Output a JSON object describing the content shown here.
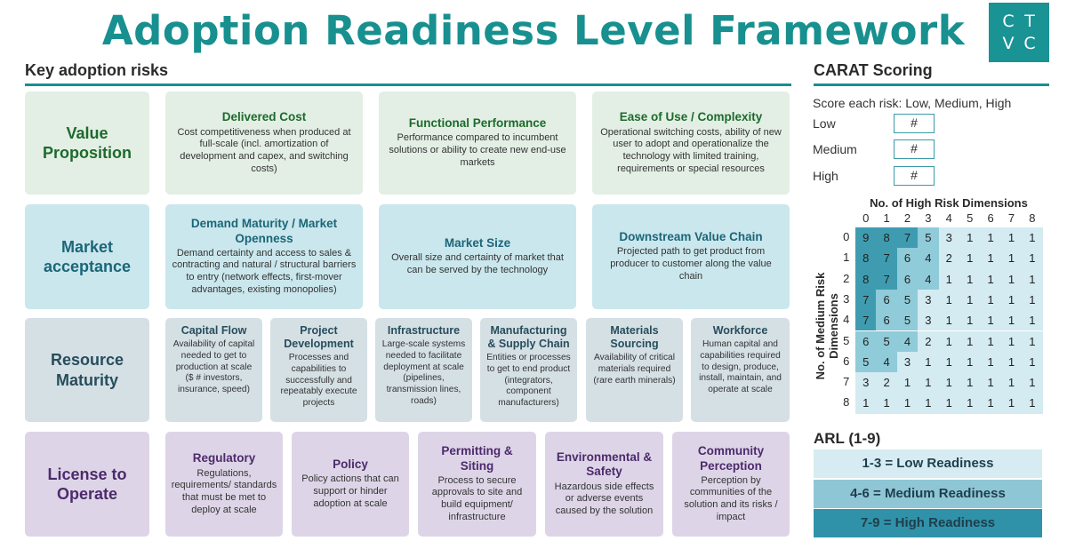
{
  "title": "Adoption Readiness Level Framework",
  "logo": [
    "C",
    "T",
    "V",
    "C"
  ],
  "left_heading": "Key adoption risks",
  "right_heading": "CARAT Scoring",
  "rows": [
    {
      "label": "Value Proposition",
      "cards": [
        {
          "title": "Delivered Cost",
          "desc": "Cost competitiveness when produced at full-scale (incl. amortization of development and capex, and switching costs)"
        },
        {
          "title": "Functional Performance",
          "desc": "Performance compared to incumbent solutions or ability to create new end-use markets"
        },
        {
          "title": "Ease of Use / Complexity",
          "desc": "Operational switching costs, ability of new user to adopt and operationalize the technology with limited training, requirements or special resources"
        }
      ]
    },
    {
      "label": "Market acceptance",
      "cards": [
        {
          "title": "Demand Maturity / Market Openness",
          "desc": "Demand certainty and access to sales & contracting and natural / structural barriers to entry (network effects, first-mover advantages, existing monopolies)"
        },
        {
          "title": "Market Size",
          "desc": "Overall size and certainty of market that can be served by the technology"
        },
        {
          "title": "Downstream Value Chain",
          "desc": "Projected path to get product from producer to customer along the value chain"
        }
      ]
    },
    {
      "label": "Resource Maturity",
      "cards": [
        {
          "title": "Capital Flow",
          "desc": "Availability of capital needed to get to production at scale ($ # investors, insurance, speed)"
        },
        {
          "title": "Project Development",
          "desc": "Processes and capabilities to successfully and repeatably execute projects"
        },
        {
          "title": "Infrastructure",
          "desc": "Large-scale systems needed to facilitate deployment at scale (pipelines, transmission lines, roads)"
        },
        {
          "title": "Manufacturing & Supply Chain",
          "desc": "Entities or processes to get to end product (integrators, component manufacturers)"
        },
        {
          "title": "Materials Sourcing",
          "desc": "Availability of critical materials required (rare earth minerals)"
        },
        {
          "title": "Workforce",
          "desc": "Human capital and capabilities required to design, produce, install, maintain, and operate at scale"
        }
      ]
    },
    {
      "label": "License to Operate",
      "cards": [
        {
          "title": "Regulatory",
          "desc": "Regulations, requirements/ standards that must be met to deploy at scale"
        },
        {
          "title": "Policy",
          "desc": "Policy actions that can support or hinder adoption at scale"
        },
        {
          "title": "Permitting & Siting",
          "desc": "Process to secure approvals to site and build equipment/ infrastructure"
        },
        {
          "title": "Environmental & Safety",
          "desc": "Hazardous side effects or adverse events caused by the solution"
        },
        {
          "title": "Community Perception",
          "desc": "Perception by communities of the solution and its risks / impact"
        }
      ]
    }
  ],
  "scoring": {
    "instruction": "Score each risk: Low, Medium, High",
    "levels": [
      {
        "label": "Low",
        "value": "#"
      },
      {
        "label": "Medium",
        "value": "#"
      },
      {
        "label": "High",
        "value": "#"
      }
    ]
  },
  "chart_data": {
    "type": "heatmap",
    "xlabel": "No. of High Risk Dimensions",
    "ylabel": "No. of Medium Risk Dimensions",
    "x": [
      "0",
      "1",
      "2",
      "3",
      "4",
      "5",
      "6",
      "7",
      "8"
    ],
    "y": [
      "0",
      "1",
      "2",
      "3",
      "4",
      "5",
      "6",
      "7",
      "8"
    ],
    "values": [
      [
        9,
        8,
        7,
        5,
        3,
        1,
        1,
        1,
        1
      ],
      [
        8,
        7,
        6,
        4,
        2,
        1,
        1,
        1,
        1
      ],
      [
        8,
        7,
        6,
        4,
        1,
        1,
        1,
        1,
        1
      ],
      [
        7,
        6,
        5,
        3,
        1,
        1,
        1,
        1,
        1
      ],
      [
        7,
        6,
        5,
        3,
        1,
        1,
        1,
        1,
        1
      ],
      [
        6,
        5,
        4,
        2,
        1,
        1,
        1,
        1,
        1
      ],
      [
        5,
        4,
        3,
        1,
        1,
        1,
        1,
        1,
        1
      ],
      [
        3,
        2,
        1,
        1,
        1,
        1,
        1,
        1,
        1
      ],
      [
        1,
        1,
        1,
        1,
        1,
        1,
        1,
        1,
        1
      ]
    ],
    "colors": {
      "low": "#d3ebf1",
      "medium": "#8fcbd8",
      "high": "#3f9cb0"
    }
  },
  "arl": {
    "heading": "ARL (1-9)",
    "levels": [
      {
        "text": "1-3 = Low Readiness",
        "color": "#d6ebf2"
      },
      {
        "text": "4-6 = Medium Readiness",
        "color": "#8ec6d5"
      },
      {
        "text": "7-9 = High Readiness",
        "color": "#3092a8"
      }
    ]
  }
}
